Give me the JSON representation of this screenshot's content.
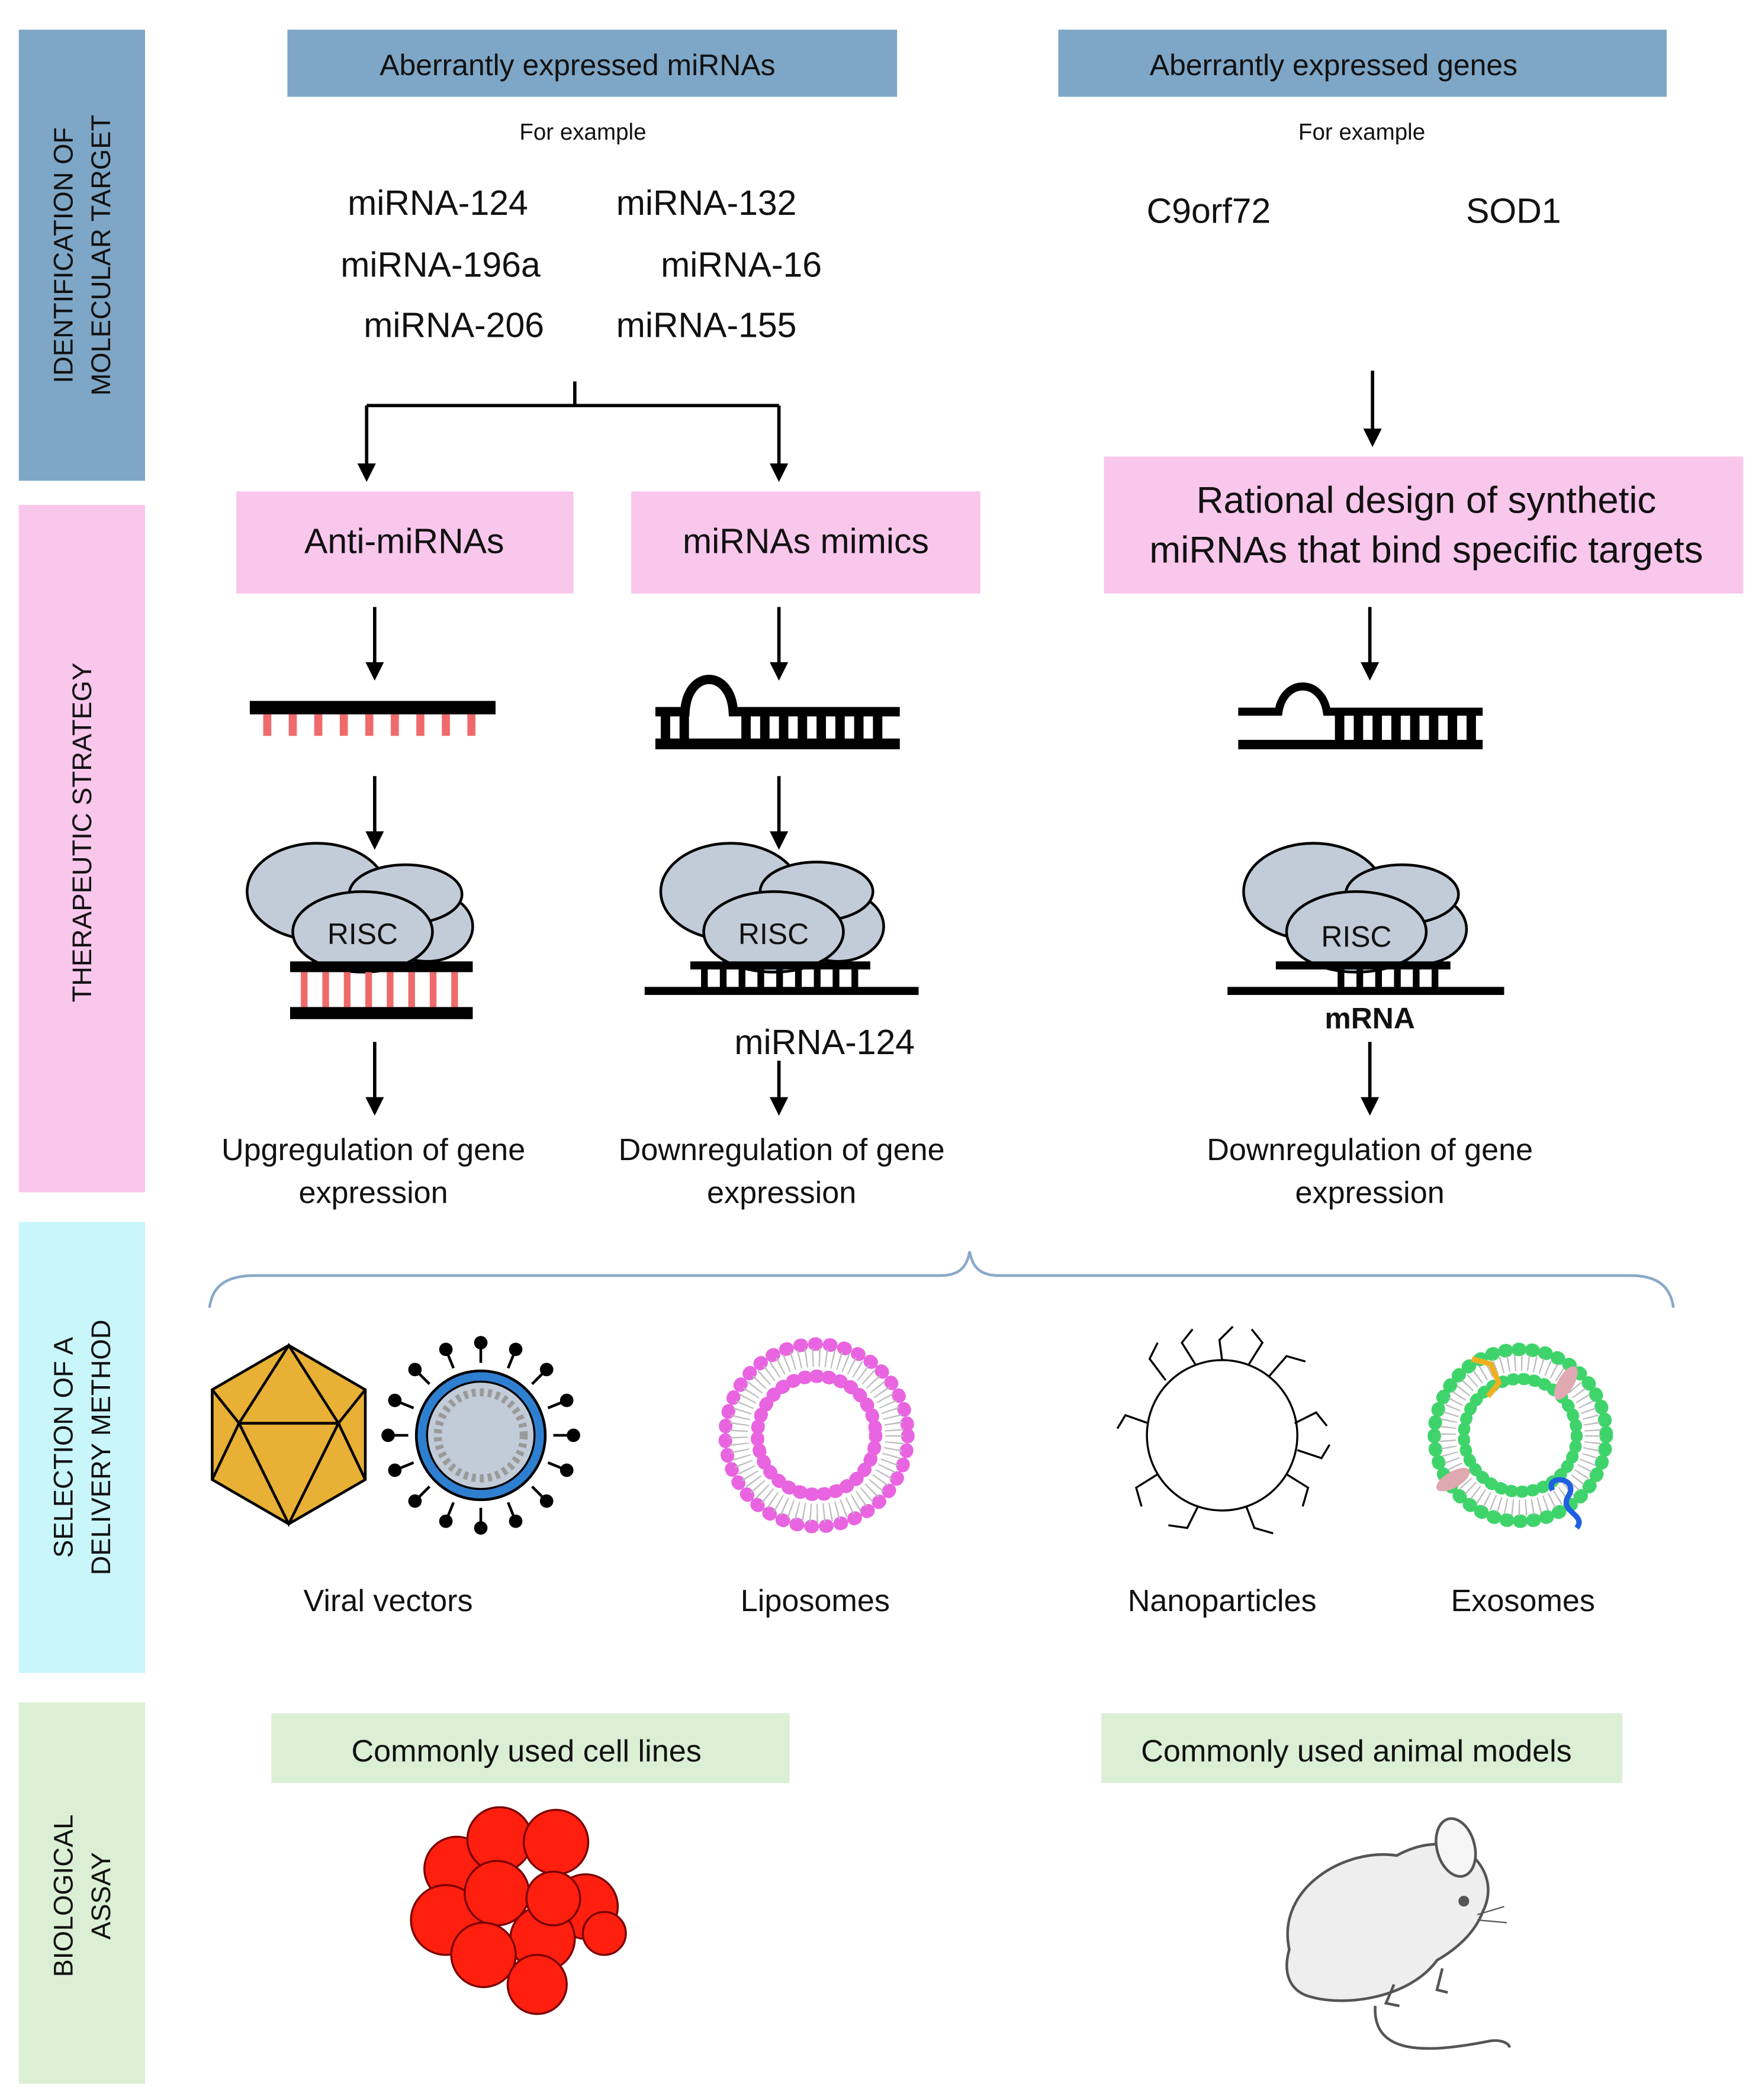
{
  "side_labels": {
    "identification": [
      "IDENTIFICATION OF",
      "MOLECULAR TARGET"
    ],
    "therapeutic": "THERAPEUTIC STRATEGY",
    "delivery": [
      "SELECTION OF A",
      "DELIVERY METHOD"
    ],
    "biological": [
      "BIOLOGICAL",
      "ASSAY"
    ]
  },
  "identification": {
    "mirna_header": "Aberrantly expressed miRNAs",
    "gene_header": "Aberrantly expressed genes",
    "for_example_left": "For example",
    "for_example_right": "For example",
    "mirnas": [
      "miRNA-124",
      "miRNA-132",
      "miRNA-196a",
      "miRNA-16",
      "miRNA-206",
      "miRNA-155"
    ],
    "genes": [
      "C9orf72",
      "SOD1"
    ]
  },
  "therapeutic": {
    "anti_mirnas": "Anti-miRNAs",
    "mimics": "miRNAs mimics",
    "rational_design": [
      "Rational design of synthetic",
      "miRNAs that bind specific targets"
    ],
    "risc_label": "RISC",
    "mrna_label": "mRNA",
    "mimic_overlay_label": "miRNA-124",
    "outcome_up": [
      "Upgregulation of gene",
      "expression"
    ],
    "outcome_down_mid": [
      "Downregulation of gene",
      "expression"
    ],
    "outcome_down_right": [
      "Downregulation of gene",
      "expression"
    ]
  },
  "delivery": {
    "methods": [
      "Viral vectors",
      "Liposomes",
      "Nanoparticles",
      "Exosomes"
    ]
  },
  "assay": {
    "cell_lines": "Commonly used cell lines",
    "animal_models": "Commonly used animal models"
  },
  "colors": {
    "blue_panel": "#7ea6c6",
    "pink_panel": "#f9c6ec",
    "cyan_panel": "#c9f6fb",
    "green_panel": "#dbefd4",
    "risc_grey": "#c2ccd8",
    "anti_mirna_teeth": "#ef6a6a",
    "capsid": "#e8b035",
    "liposome": "#e964e0",
    "exosome": "#3fd46b",
    "cell_red": "#ff1f0f"
  }
}
